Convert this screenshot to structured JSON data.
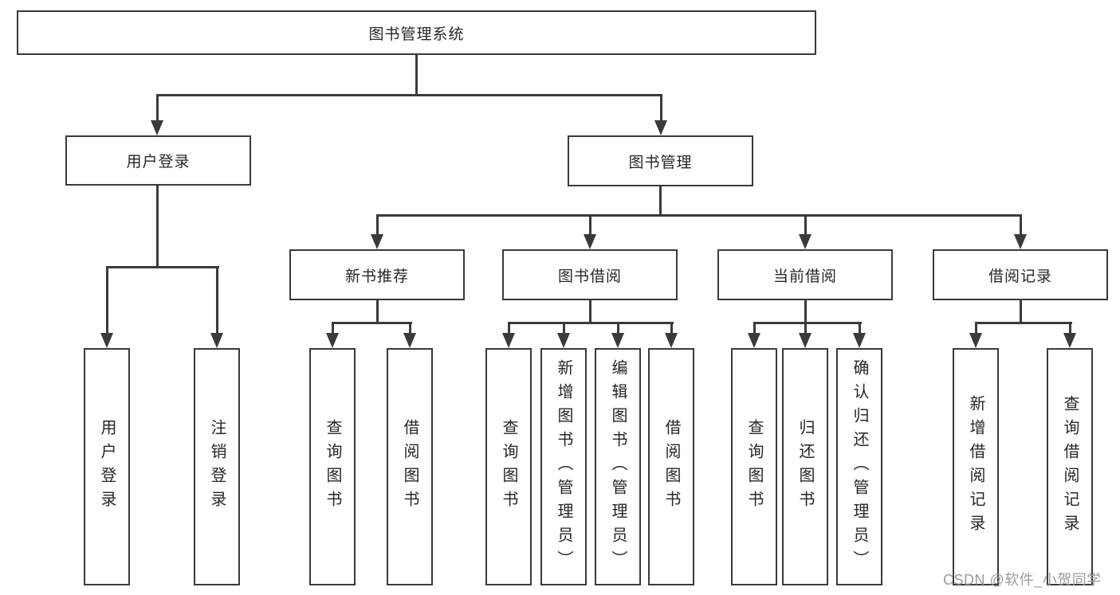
{
  "diagram": {
    "type": "hierarchy-tree",
    "orientation": "top-down"
  },
  "tree": {
    "root": {
      "label": "图书管理系统",
      "children": [
        {
          "label": "用户登录",
          "children": [
            {
              "label": "用户登录"
            },
            {
              "label": "注销登录"
            }
          ]
        },
        {
          "label": "图书管理",
          "children": [
            {
              "label": "新书推荐",
              "children": [
                {
                  "label": "查询图书"
                },
                {
                  "label": "借阅图书"
                }
              ]
            },
            {
              "label": "图书借阅",
              "children": [
                {
                  "label": "查询图书"
                },
                {
                  "label": "新增图书（管理员）"
                },
                {
                  "label": "编辑图书（管理员）"
                },
                {
                  "label": "借阅图书"
                }
              ]
            },
            {
              "label": "当前借阅",
              "children": [
                {
                  "label": "查询图书"
                },
                {
                  "label": "归还图书"
                },
                {
                  "label": "确认归还（管理员）"
                }
              ]
            },
            {
              "label": "借阅记录",
              "children": [
                {
                  "label": "新增借阅记录"
                },
                {
                  "label": "查询借阅记录"
                }
              ]
            }
          ]
        }
      ]
    }
  },
  "watermark": {
    "text": "CSDN @软件_小贺同学"
  },
  "colors": {
    "line": "#3a3a3a",
    "text": "#262626",
    "bg": "#ffffff",
    "watermark": "#9b9b9b"
  }
}
